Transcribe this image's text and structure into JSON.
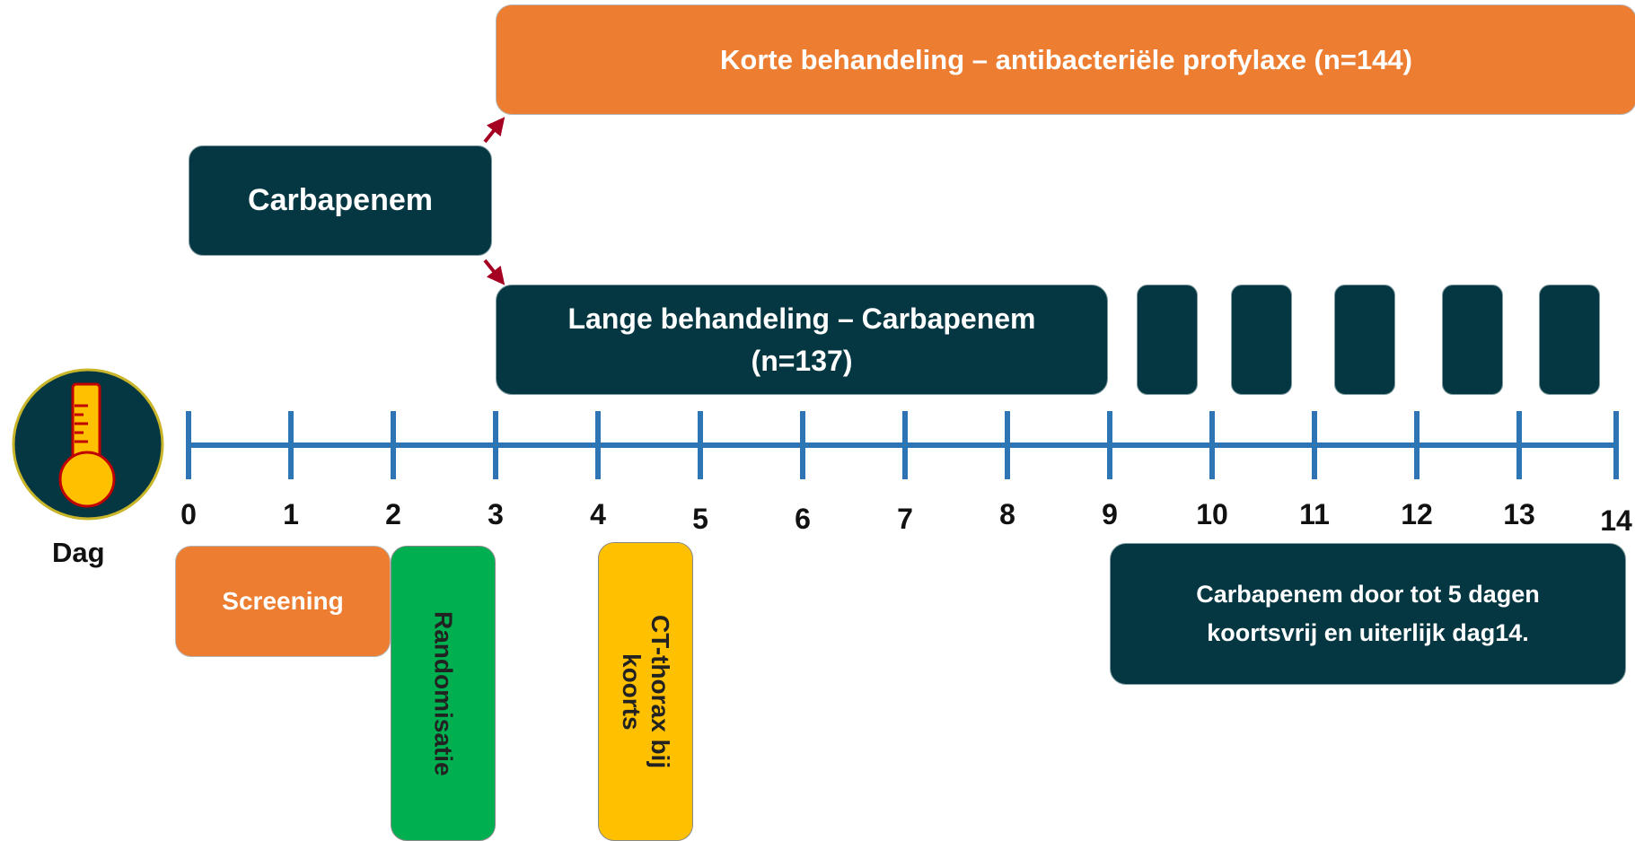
{
  "boxes": {
    "korte": "Korte behandeling – antibacteriële profylaxe (n=144)",
    "carbapenem": "Carbapenem",
    "lange_line1": "Lange behandeling – Carbapenem",
    "lange_line2": "(n=137)",
    "screening": "Screening",
    "randomisatie": "Randomisatie",
    "ct_line1": "CT-thorax bij",
    "ct_line2": "koorts",
    "note_line1": "Carbapenem door tot 5 dagen",
    "note_line2": "koortsvrij en uiterlijk dag14."
  },
  "timeline": {
    "axis_label": "Dag",
    "ticks": [
      "0",
      "1",
      "2",
      "3",
      "4",
      "5",
      "6",
      "7",
      "8",
      "9",
      "10",
      "11",
      "12",
      "13",
      "14"
    ]
  },
  "icon": "thermometer-icon",
  "colors": {
    "dark_teal": "#043742",
    "orange": "#ED7D31",
    "green": "#00B050",
    "yellow": "#FFC000",
    "axis_blue": "#2E75B6",
    "arrow_red": "#A50021"
  }
}
